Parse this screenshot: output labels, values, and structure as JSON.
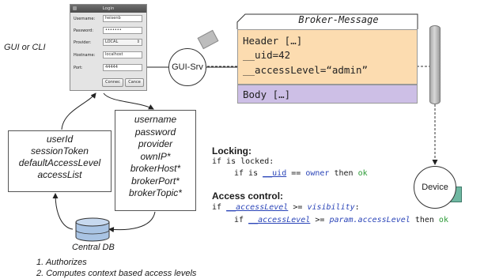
{
  "gui_label": "GUI or CLI",
  "login": {
    "title": "Login",
    "username_label": "Username:",
    "username_value": "heisenb",
    "password_label": "Password:",
    "password_value": "•••••••",
    "provider_label": "Provider:",
    "provider_value": "LOCAL",
    "hostname_label": "Hostname:",
    "hostname_value": "localhost",
    "port_label": "Port:",
    "port_value": "44444",
    "connect_label": "Connec",
    "cancel_label": "Cance"
  },
  "gui_srv": "GUI-Srv",
  "broker_message": {
    "title": "Broker-Message",
    "header": "Header […]",
    "uid": "__uid=42",
    "access": "__accessLevel=“admin”",
    "body": "Body […]"
  },
  "device": "Device",
  "session": {
    "fields": [
      "userId",
      "sessionToken",
      "defaultAccessLevel",
      "accessList"
    ]
  },
  "credentials": {
    "fields": [
      "username",
      "password",
      "provider",
      "ownIP*",
      "brokerHost*",
      "brokerPort*",
      "brokerTopic*"
    ]
  },
  "db_label": "Central DB",
  "locking": {
    "heading": "Locking:",
    "line1": "if is locked:",
    "line2_pre": "if is ",
    "line2_var": "__uid",
    "line2_mid": " == ",
    "line2_id": "owner",
    "line2_then": " then ",
    "line2_ok": "ok"
  },
  "access_control": {
    "heading": "Access control:",
    "line1_pre": "if ",
    "line1_var": "__accessLevel",
    "line1_mid": " >= ",
    "line1_id": "visibility",
    "line1_post": ":",
    "line2_pre": "if ",
    "line2_var": "__accessLevel",
    "line2_mid": " >= ",
    "line2_id": "param.accessLevel",
    "line2_then": " then ",
    "line2_ok": "ok"
  },
  "notes": [
    "1.  Authorizes",
    "2.  Computes context based access levels"
  ]
}
